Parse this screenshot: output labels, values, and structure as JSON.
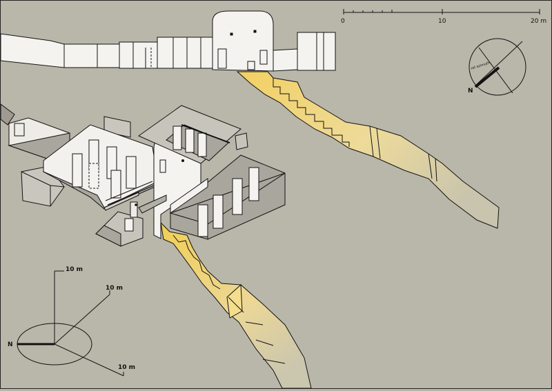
{
  "scale_bar": {
    "ticks": [
      "0",
      "10",
      "20 m"
    ]
  },
  "compass": {
    "north_label": "N",
    "tiny_label": "ref azimuth"
  },
  "axes_3d": {
    "north_label": "N",
    "x_label": "10 m",
    "y_label": "10 m",
    "z_label": "10 m"
  },
  "colors": {
    "background": "#b9b6aa",
    "wall": "#f2f1ee",
    "floor": "#a7a49c",
    "corridor": "#f0cf62",
    "outline": "#111111"
  }
}
